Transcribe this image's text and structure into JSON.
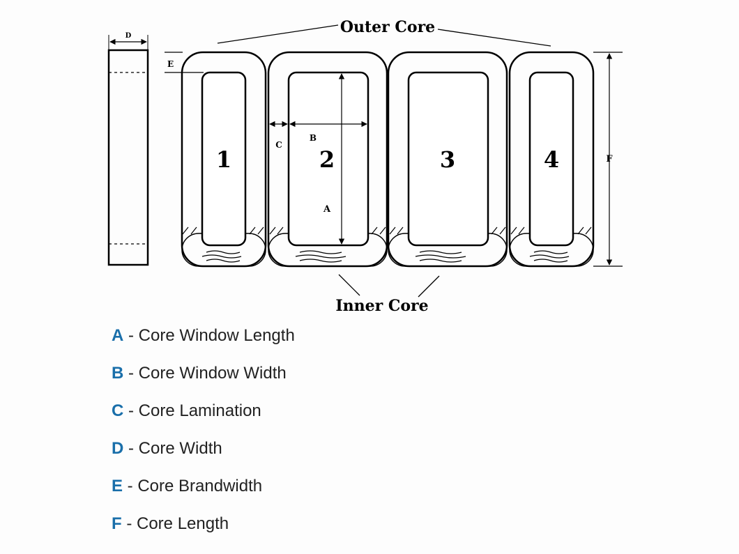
{
  "labels": {
    "outer_core": "Outer Core",
    "inner_core": "Inner Core",
    "dim_a": "A",
    "dim_b": "B",
    "dim_c": "C",
    "dim_d": "D",
    "dim_e": "E",
    "dim_f": "F"
  },
  "cores": [
    "1",
    "2",
    "3",
    "4"
  ],
  "legend": [
    {
      "key": "A",
      "sep": " - ",
      "text": "Core Window Length"
    },
    {
      "key": "B",
      "sep": " - ",
      "text": "Core Window Width"
    },
    {
      "key": "C",
      "sep": " - ",
      "text": "Core Lamination"
    },
    {
      "key": "D",
      "sep": " - ",
      "text": "Core Width"
    },
    {
      "key": "E",
      "sep": " - ",
      "text": "Core Brandwidth"
    },
    {
      "key": "F",
      "sep": " - ",
      "text": "Core Length"
    }
  ],
  "colors": {
    "legend_key": "#1a6faa",
    "line": "#000000",
    "text": "#222222"
  }
}
